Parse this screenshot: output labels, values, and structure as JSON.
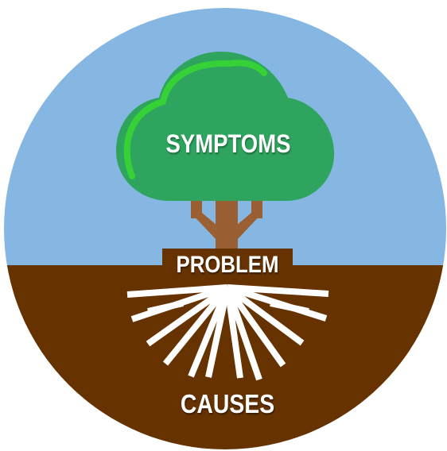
{
  "diagram": {
    "labels": {
      "symptoms": "SYMPTOMS",
      "problem": "PROBLEM",
      "causes": "CAUSES"
    },
    "colors": {
      "sky": "#86b6e2",
      "soil": "#663300",
      "canopy": "#2ea45e",
      "canopy_highlight": "#35d137",
      "trunk": "#9a5f32",
      "problem_box": "#663300",
      "roots": "#ffffff",
      "text": "#ffffff"
    }
  }
}
